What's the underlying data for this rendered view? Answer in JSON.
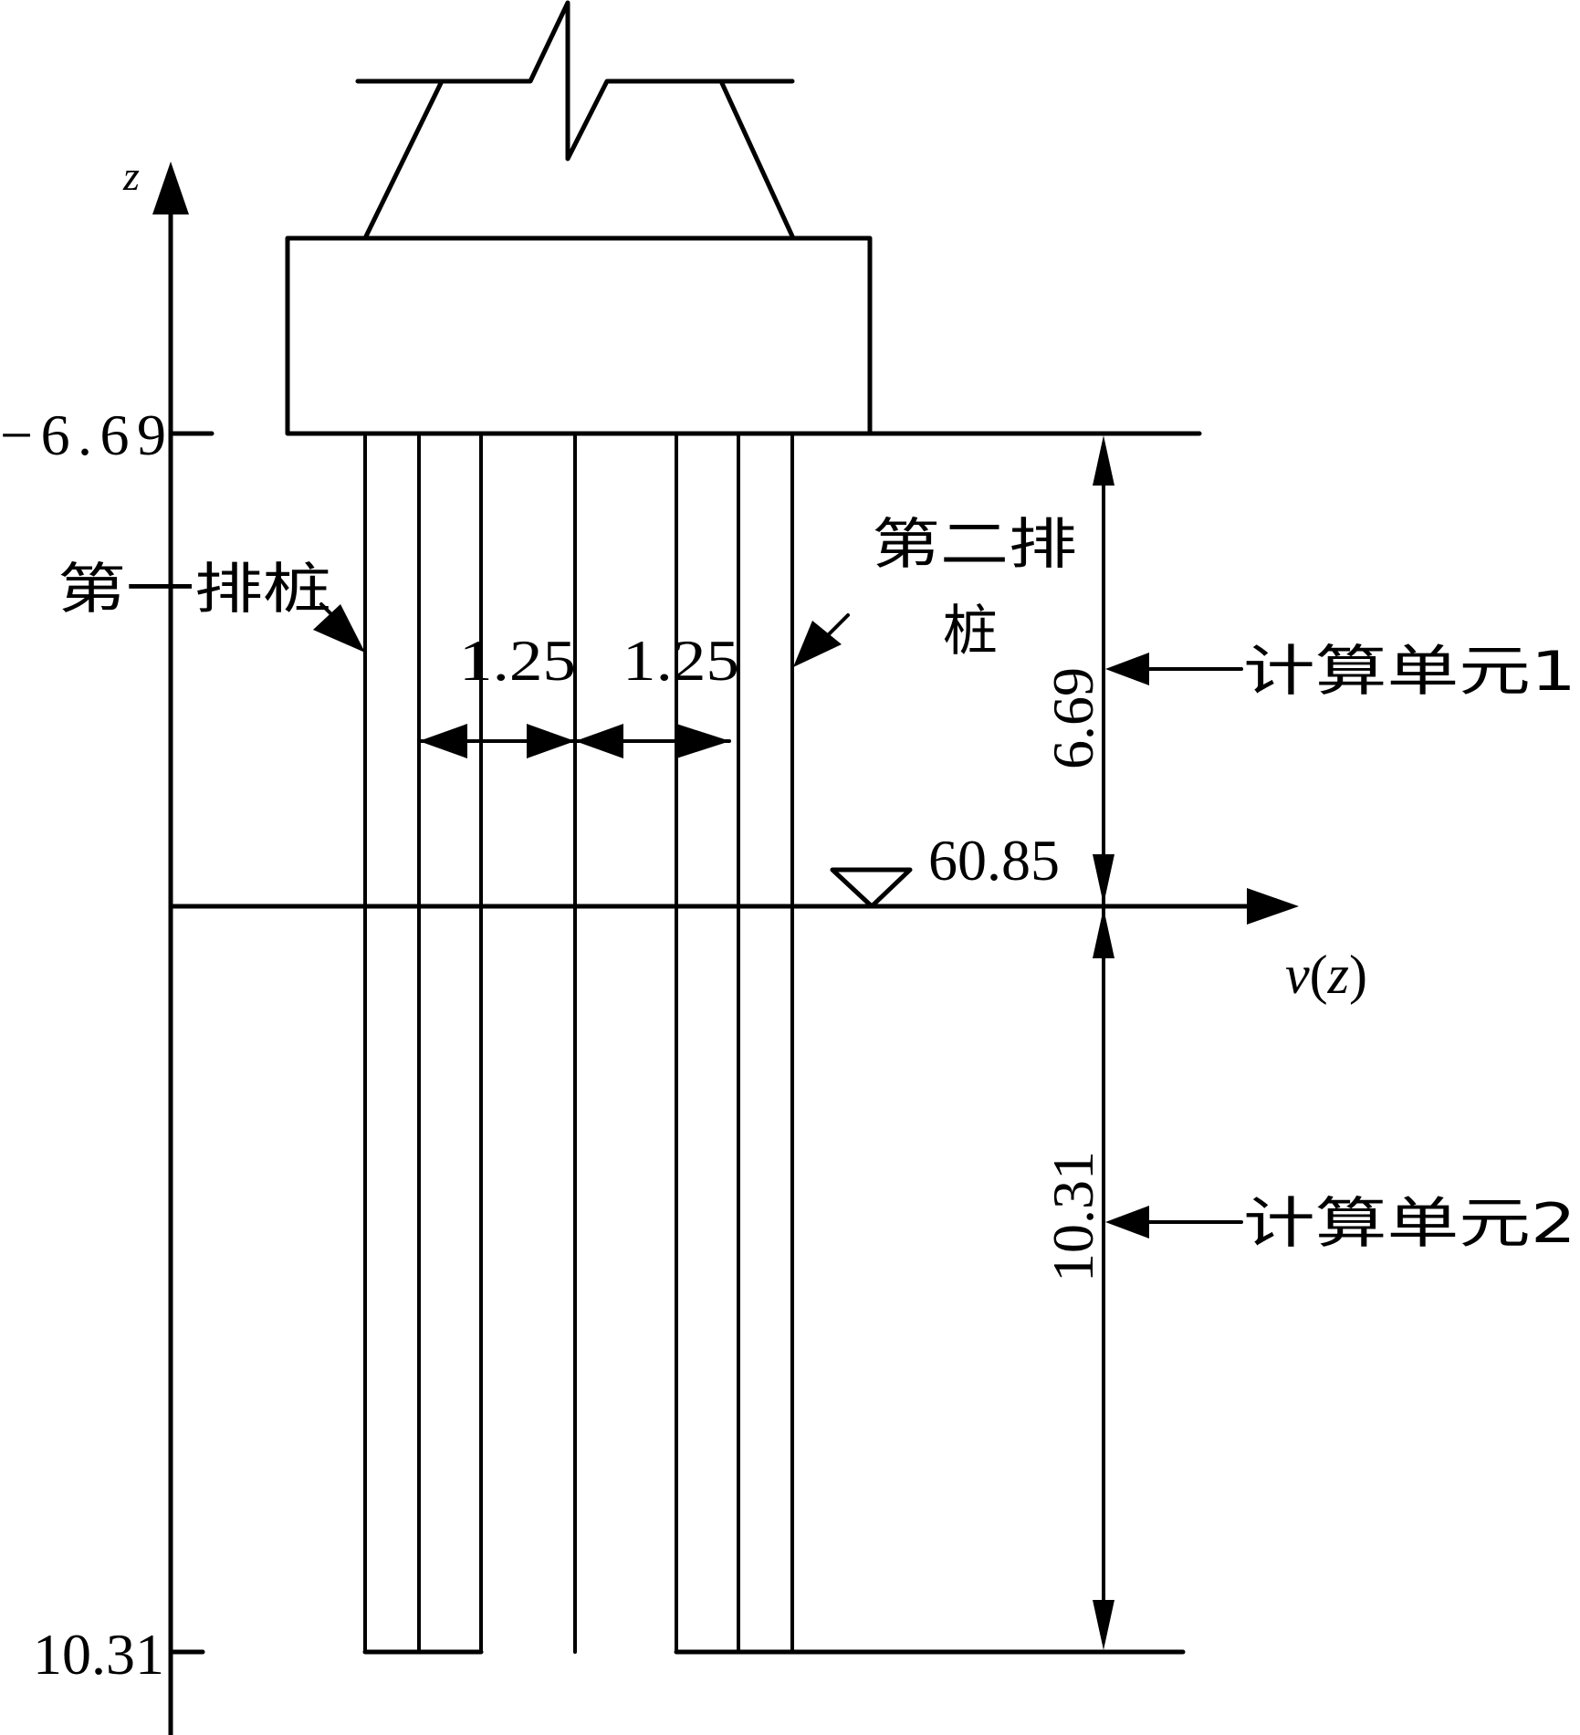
{
  "figure": {
    "axes": {
      "vertical_axis_label": "z",
      "horizontal_axis_label_var": "v",
      "horizontal_axis_label_arg": "z",
      "horizontal_axis_label": "v(z)"
    },
    "ticks": {
      "top": "−6.69",
      "bottom": "10.31"
    },
    "labels": {
      "first_row_piles": "第一排桩",
      "second_row_piles_line1": "第二排",
      "second_row_piles_line2": "桩",
      "spacing_left": "1.25",
      "spacing_right": "1.25",
      "water_level": "60.85",
      "unit1_height": "6.69",
      "unit2_height": "10.31",
      "calc_unit_1": "计算单元1",
      "calc_unit_2": "计算单元2"
    },
    "icons": {
      "water_level_marker": "inverted-triangle",
      "break_symbol": "zigzag-break-line"
    },
    "colors": {
      "stroke": "#000000",
      "background": "#ffffff"
    }
  }
}
